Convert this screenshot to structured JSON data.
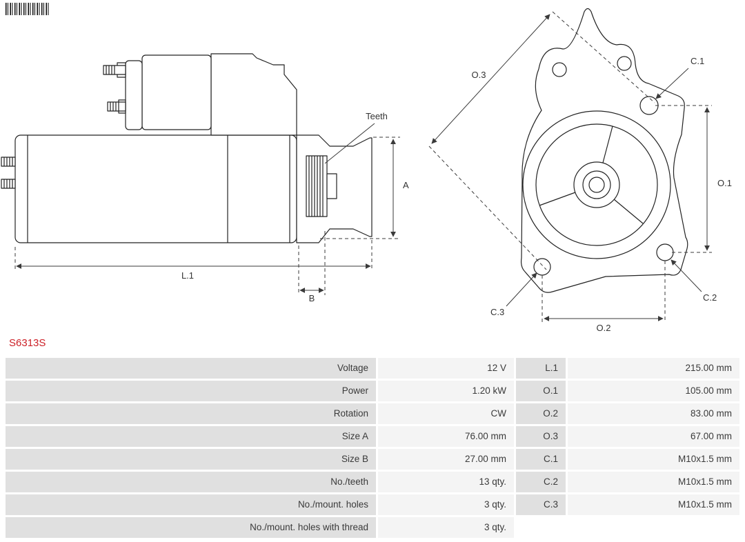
{
  "part_number": "S6313S",
  "colors": {
    "part_number_red": "#cc2027",
    "table_label_bg": "#e0e0e0",
    "table_value_bg": "#f4f4f4",
    "line_color": "#222222"
  },
  "diagram": {
    "side_view": {
      "labels": {
        "teeth": "Teeth",
        "a": "A",
        "l1": "L.1",
        "b": "B"
      }
    },
    "front_view": {
      "labels": {
        "o3": "O.3",
        "c1": "C.1",
        "o1": "O.1",
        "c2": "C.2",
        "c3": "C.3",
        "o2": "O.2"
      }
    }
  },
  "table": {
    "rows": [
      {
        "label": "Voltage",
        "value": "12 V",
        "label2": "L.1",
        "value2": "215.00 mm"
      },
      {
        "label": "Power",
        "value": "1.20 kW",
        "label2": "O.1",
        "value2": "105.00 mm"
      },
      {
        "label": "Rotation",
        "value": "CW",
        "label2": "O.2",
        "value2": "83.00 mm"
      },
      {
        "label": "Size A",
        "value": "76.00 mm",
        "label2": "O.3",
        "value2": "67.00 mm"
      },
      {
        "label": "Size B",
        "value": "27.00 mm",
        "label2": "C.1",
        "value2": "M10x1.5 mm"
      },
      {
        "label": "No./teeth",
        "value": "13 qty.",
        "label2": "C.2",
        "value2": "M10x1.5 mm"
      },
      {
        "label": "No./mount. holes",
        "value": "3 qty.",
        "label2": "C.3",
        "value2": "M10x1.5 mm"
      },
      {
        "label": "No./mount. holes with thread",
        "value": "3 qty.",
        "label2": "",
        "value2": ""
      }
    ]
  }
}
